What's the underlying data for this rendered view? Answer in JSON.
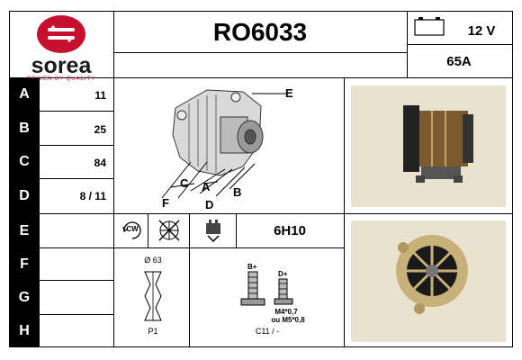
{
  "header": {
    "brand": "sorea",
    "brand_tagline": "DRIVEN BY QUALITY",
    "reference": "RO6033",
    "voltage": "12 V",
    "amperage": "65A"
  },
  "rows": [
    {
      "letter": "A",
      "value": "11"
    },
    {
      "letter": "B",
      "value": "25"
    },
    {
      "letter": "C",
      "value": "84"
    },
    {
      "letter": "D",
      "value": "8 / 11"
    },
    {
      "letter": "E",
      "value": ""
    },
    {
      "letter": "F",
      "value": ""
    },
    {
      "letter": "G",
      "value": ""
    },
    {
      "letter": "H",
      "value": ""
    }
  ],
  "diagram_labels": {
    "a": "A",
    "b": "B",
    "c": "C",
    "d": "D",
    "e": "E",
    "f": "F"
  },
  "icons_row": {
    "rotation_label": "CW",
    "code": "6H10"
  },
  "pulley": {
    "diameter": "Ø 63",
    "type": "P1"
  },
  "terminals": {
    "b_plus": "B+",
    "d_plus": "D+",
    "thread_1": "M4*0,7",
    "thread_2": "ou M5*0,8",
    "code": "C11 / -"
  },
  "colors": {
    "brand_red": "#c8102e",
    "ink": "#000000",
    "photo_bg": "#e9e2cf"
  }
}
